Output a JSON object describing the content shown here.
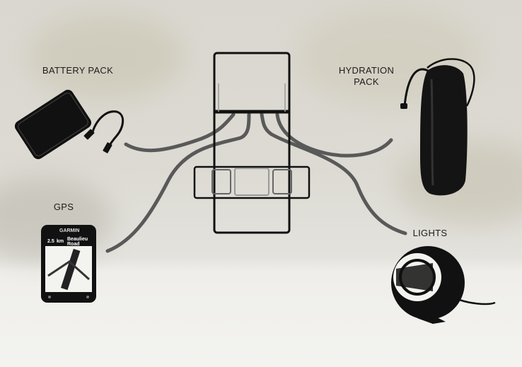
{
  "labels": {
    "battery": "BATTERY PACK",
    "hydration_line1": "HYDRATION",
    "hydration_line2": "PACK",
    "gps": "GPS",
    "lights": "LIGHTS"
  },
  "gps_screen": {
    "brand": "GARMIN",
    "distance": "2.5",
    "unit": "km",
    "street_line1": "Beaulieu",
    "street_line2": "Road"
  },
  "colors": {
    "device": "#111111",
    "cable": "#595959",
    "cable_highlight": "#8a8a8a"
  }
}
